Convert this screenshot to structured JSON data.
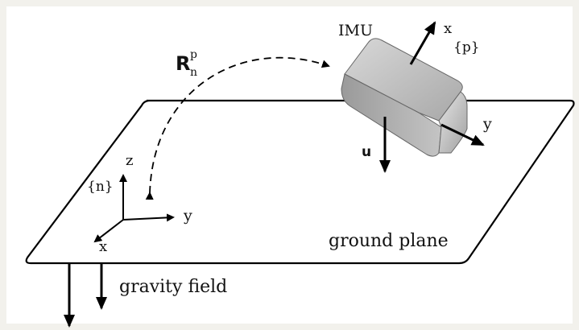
{
  "diagram": {
    "labels": {
      "imu": "IMU",
      "rotation_main": "R",
      "rotation_sup": "p",
      "rotation_sub": "n",
      "body_x_axis": "x",
      "body_frame": "{p}",
      "body_y_axis": "y",
      "up_vector": "u",
      "nav_z_axis": "z",
      "nav_frame": "{n}",
      "nav_y_axis": "y",
      "nav_x_axis": "x",
      "plane": "ground plane",
      "gravity": "gravity field"
    }
  }
}
